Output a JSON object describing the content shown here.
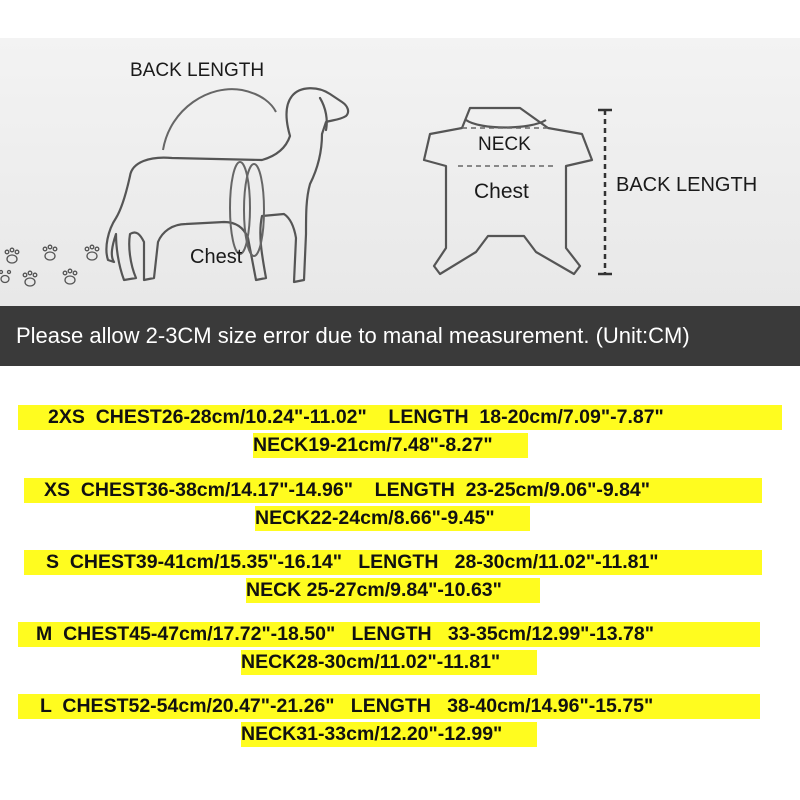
{
  "diagram": {
    "dog_back_length_label": "BACK LENGTH",
    "dog_chest_label": "Chest",
    "clothing_neck_label": "NECK",
    "clothing_chest_label": "Chest",
    "clothing_back_length_label": "BACK LENGTH",
    "icons": [
      "dog-outline",
      "pet-clothing-outline",
      "paw-print"
    ]
  },
  "notice": "Please allow 2-3CM size error due to manal measurement. (Unit:CM)",
  "highlight_color": "#fffc1f",
  "banner_color": "#3a3a3a",
  "sizes": [
    {
      "size": "2XS",
      "line1": "2XS  CHEST26-28cm/10.24\"-11.02\"    LENGTH  18-20cm/7.09\"-7.87\"",
      "line2": "NECK19-21cm/7.48\"-8.27\""
    },
    {
      "size": "XS",
      "line1": "XS  CHEST36-38cm/14.17\"-14.96\"    LENGTH  23-25cm/9.06\"-9.84\"",
      "line2": "NECK22-24cm/8.66\"-9.45\""
    },
    {
      "size": "S",
      "line1": "S  CHEST39-41cm/15.35\"-16.14\"   LENGTH   28-30cm/11.02\"-11.81\"",
      "line2": "NECK 25-27cm/9.84\"-10.63\""
    },
    {
      "size": "M",
      "line1": "M  CHEST45-47cm/17.72\"-18.50\"   LENGTH   33-35cm/12.99\"-13.78\"",
      "line2": "NECK28-30cm/11.02\"-11.81\""
    },
    {
      "size": "L",
      "line1": "L  CHEST52-54cm/20.47\"-21.26\"   LENGTH   38-40cm/14.96\"-15.75\"",
      "line2": "NECK31-33cm/12.20\"-12.99\""
    }
  ]
}
